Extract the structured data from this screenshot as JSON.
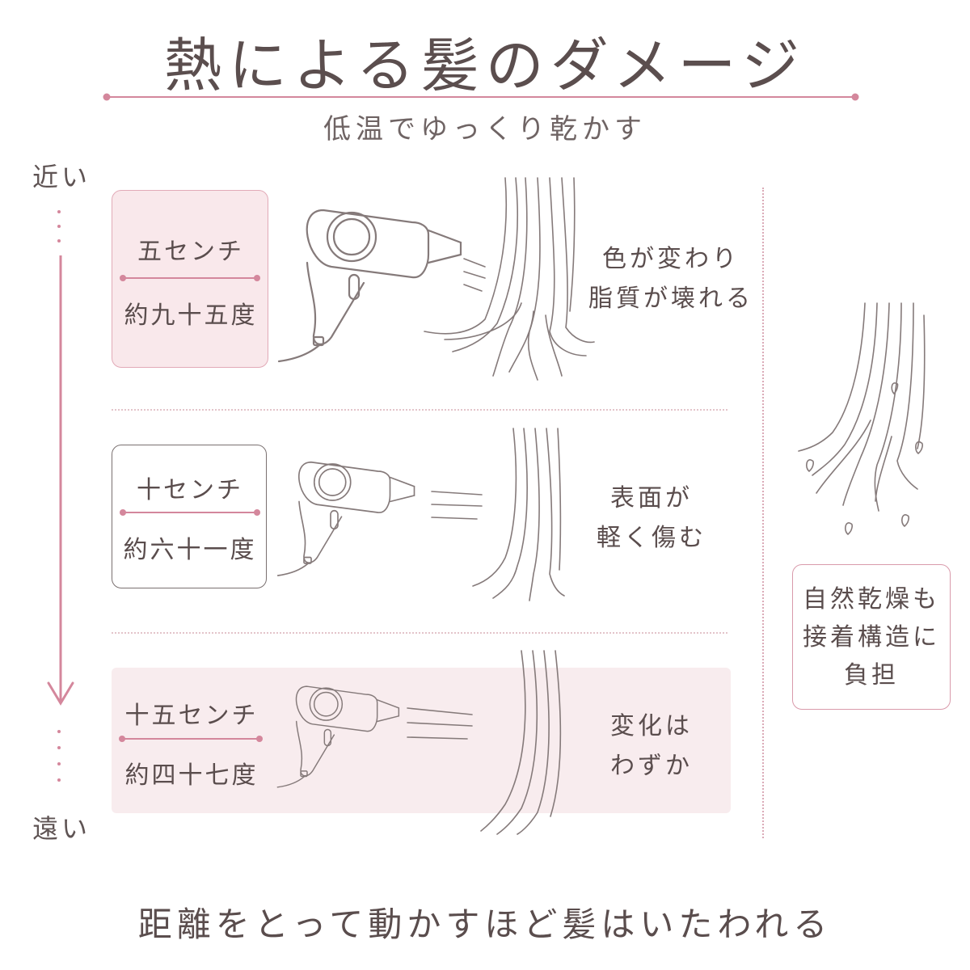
{
  "title": "熱による髪のダメージ",
  "subtitle": "低温でゆっくり乾かす",
  "axis": {
    "near": "近い",
    "far": "遠い"
  },
  "rows": [
    {
      "distance": "五センチ",
      "temperature": "約九十五度",
      "effect": [
        "色が変わり",
        "脂質が壊れる"
      ]
    },
    {
      "distance": "十センチ",
      "temperature": "約六十一度",
      "effect": [
        "表面が",
        "軽く傷む"
      ]
    },
    {
      "distance": "十五センチ",
      "temperature": "約四十七度",
      "effect": [
        "変化は",
        "わずか"
      ]
    }
  ],
  "natural_drying": [
    "自然乾燥も",
    "接着構造に",
    "負担"
  ],
  "footer": "距離をとって動かすほど髪はいたわれる",
  "colors": {
    "accent": "#d4879c",
    "ink": "#5a4d4d",
    "row_tint": "#f8ecee"
  }
}
